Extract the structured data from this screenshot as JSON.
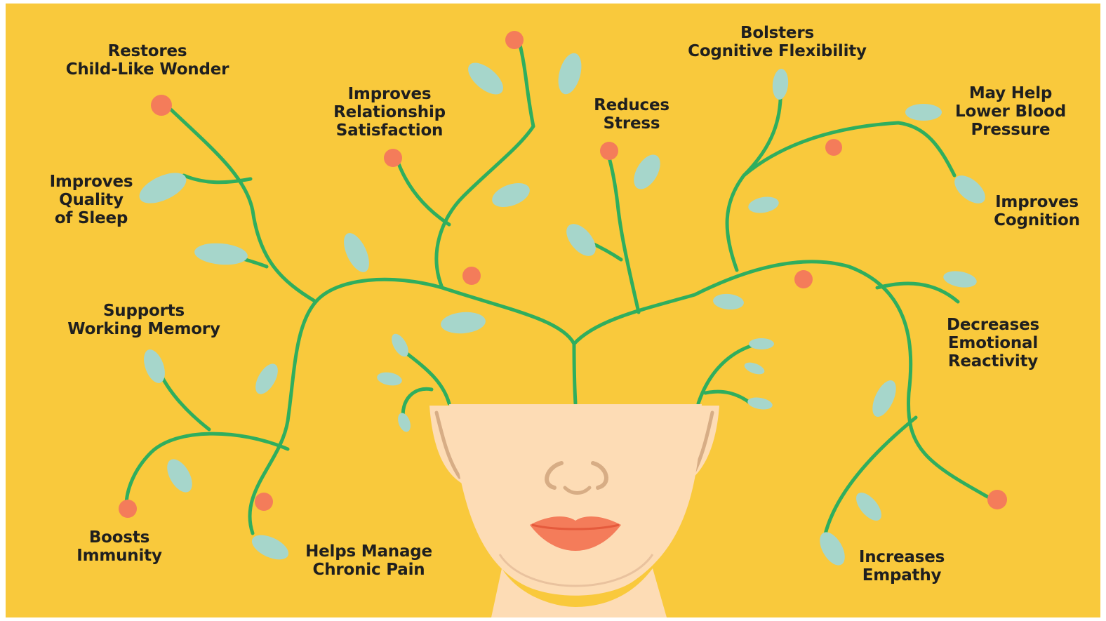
{
  "colors": {
    "background": "#f9c93c",
    "vine": "#2fae5e",
    "leaf": "#a6d6cb",
    "flower": "#f47c5a",
    "skin": "#fddcb5",
    "skin_shadow": "#d7ad85",
    "lips": "#f47c5a",
    "text": "#1f1f1f"
  },
  "benefits": {
    "restores_wonder": "Restores\nChild-Like Wonder",
    "quality_sleep": "Improves\nQuality\nof Sleep",
    "working_memory": "Supports\nWorking Memory",
    "immunity": "Boosts\nImmunity",
    "chronic_pain": "Helps Manage\nChronic Pain",
    "relationship": "Improves\nRelationship\nSatisfaction",
    "stress": "Reduces\nStress",
    "flexibility": "Bolsters\nCognitive Flexibility",
    "blood_pressure": "May Help\nLower Blood\nPressure",
    "cognition": "Improves\nCognition",
    "emotional": "Decreases\nEmotional\nReactivity",
    "empathy": "Increases\nEmpathy"
  }
}
